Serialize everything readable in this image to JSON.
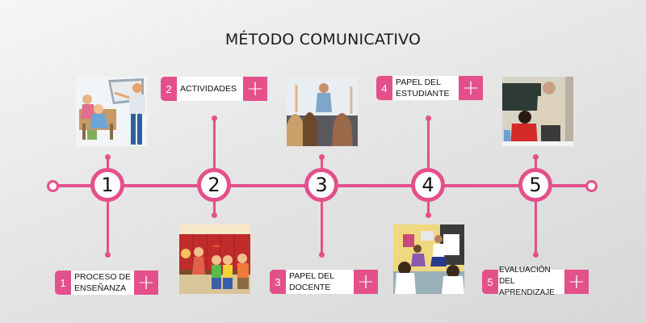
{
  "title": "MÉTODO COMUNICATIVO",
  "colors": {
    "accent": "#e4508a",
    "background": "#e6e6e6",
    "text": "#111111"
  },
  "timeline": {
    "nodes": [
      {
        "number": "1",
        "label": "PROCESO DE\nENSEÑANZA",
        "card_position": "bottom",
        "image": "teacher-classroom-cartoon"
      },
      {
        "number": "2",
        "label": "ACTIVIDADES",
        "card_position": "top",
        "image": "kids-lockers-cartoon"
      },
      {
        "number": "3",
        "label": "PAPEL DEL\nDOCENTE",
        "card_position": "bottom",
        "image": "teacher-lecture-photo"
      },
      {
        "number": "4",
        "label": "PAPEL DEL\nESTUDIANTE",
        "card_position": "top",
        "image": "student-presentation-cartoon"
      },
      {
        "number": "5",
        "label": "EVALUACIÓN DEL\nAPRENDIZAJE",
        "card_position": "bottom",
        "image": "teacher-helping-student-photo"
      }
    ],
    "plus_icon": "+"
  }
}
